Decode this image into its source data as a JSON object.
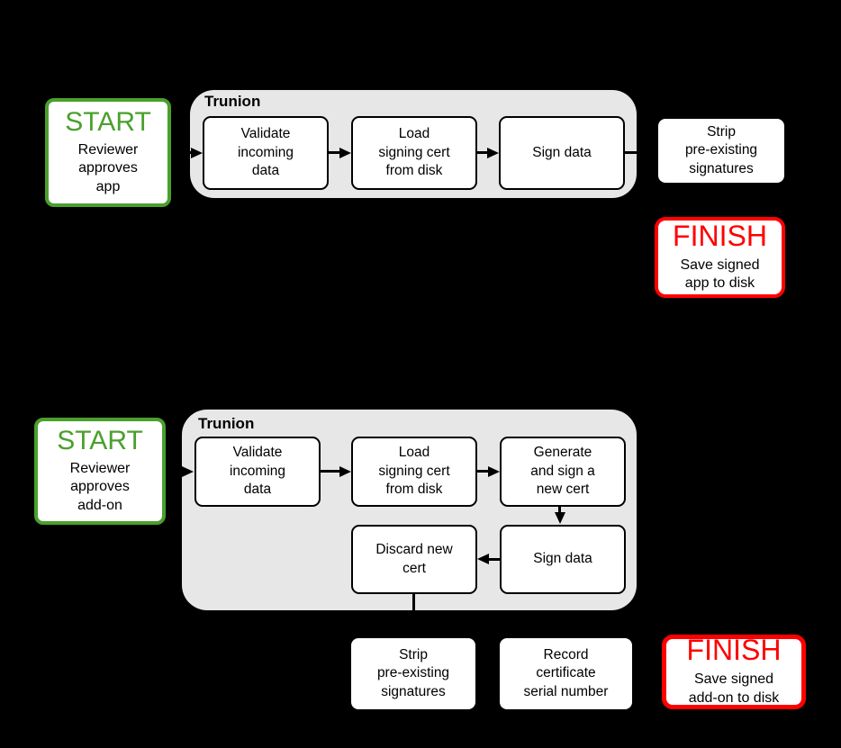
{
  "colors": {
    "background": "#000000",
    "container_fill": "#e7e7e7",
    "node_fill": "#ffffff",
    "line": "#000000",
    "text": "#000000",
    "start_green": "#4aa02c",
    "finish_red": "#ff0000"
  },
  "flow1": {
    "container_label": "Trunion",
    "start": {
      "title": "START",
      "subtitle": "Reviewer\napproves\napp"
    },
    "steps": {
      "validate": "Validate\nincoming\ndata",
      "load": "Load\nsigning cert\nfrom disk",
      "sign": "Sign data"
    },
    "strip": "Strip\npre-existing\nsignatures",
    "finish": {
      "title": "FINISH",
      "subtitle": "Save signed\napp to disk"
    }
  },
  "flow2": {
    "container_label": "Trunion",
    "start": {
      "title": "START",
      "subtitle": "Reviewer\napproves\nadd-on"
    },
    "steps": {
      "validate": "Validate\nincoming\ndata",
      "load": "Load\nsigning cert\nfrom disk",
      "generate": "Generate\nand sign a\nnew cert",
      "sign": "Sign data",
      "discard": "Discard new\ncert"
    },
    "strip": "Strip\npre-existing\nsignatures",
    "record": "Record\ncertificate\nserial number",
    "finish": {
      "title": "FINISH",
      "subtitle": "Save signed\nadd-on to disk"
    }
  }
}
